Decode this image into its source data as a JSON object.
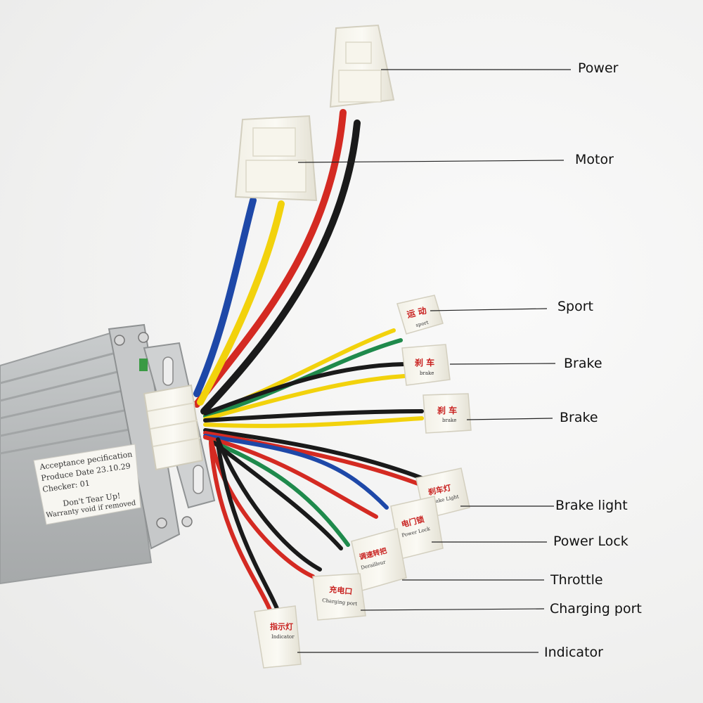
{
  "callouts": [
    {
      "id": "power",
      "label": "Power"
    },
    {
      "id": "motor",
      "label": "Motor"
    },
    {
      "id": "sport",
      "label": "Sport"
    },
    {
      "id": "brake1",
      "label": "Brake"
    },
    {
      "id": "brake2",
      "label": "Brake"
    },
    {
      "id": "brake-light",
      "label": "Brake light"
    },
    {
      "id": "power-lock",
      "label": "Power Lock"
    },
    {
      "id": "throttle",
      "label": "Throttle"
    },
    {
      "id": "charging-port",
      "label": "Charging port"
    },
    {
      "id": "indicator",
      "label": "Indicator"
    }
  ],
  "controller_label": {
    "line1": "Acceptance pecification",
    "line2": "Produce Date 23.10.29",
    "line3": "Checker: 01",
    "line4": "Don't Tear Up!",
    "line5": "Warranty void if removed"
  },
  "connector_tags": {
    "sport": "运 动",
    "sport_sub": "sport",
    "brake1": "刹 车",
    "brake1_sub": "brake",
    "brake2": "刹 车",
    "brake2_sub": "brake",
    "brake_light": "刹车灯",
    "brake_light_sub": "Brake Light",
    "power_lock": "电门锁",
    "power_lock_sub": "Power Lock",
    "throttle": "调速转把",
    "throttle_sub": "Derailleur",
    "charging": "充电口",
    "charging_sub": "Charging port",
    "indicator": "指示灯",
    "indicator_sub": "Indicator"
  },
  "colors": {
    "wire_red": "#d42a22",
    "wire_black": "#1a1a1a",
    "wire_yellow": "#f2d20c",
    "wire_blue": "#1e48a8",
    "wire_green": "#1f8a4c",
    "housing": "#b9bcbd"
  }
}
